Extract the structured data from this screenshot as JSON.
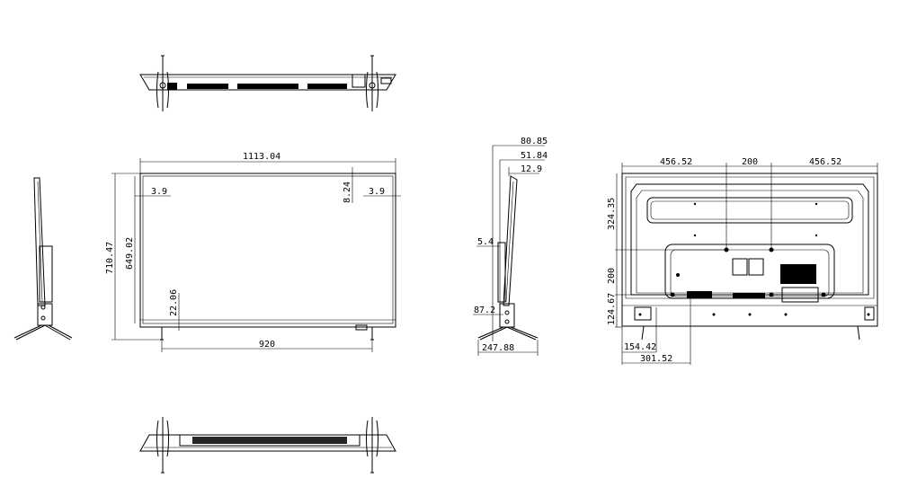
{
  "dimensions": {
    "front_width": "1113.04",
    "front_height": "710.47",
    "screen_height": "649.02",
    "bezel_side_left": "3.9",
    "bezel_side_right": "3.9",
    "bezel_top": "8.24",
    "bezel_bottom": "22.06",
    "stand_span": "920",
    "depth_overall": "80.85",
    "depth_mid": "51.84",
    "depth_thin": "12.9",
    "side_offset": "5.4",
    "stand_height": "87.2",
    "stand_depth": "247.88",
    "back_left": "456.52",
    "vesa_h": "200",
    "back_right": "456.52",
    "back_top": "324.35",
    "vesa_v": "200",
    "back_bottom": "124.67",
    "back_port_1": "154.42",
    "back_port_2": "301.52"
  },
  "colors": {
    "line": "#000000",
    "background": "#ffffff"
  }
}
